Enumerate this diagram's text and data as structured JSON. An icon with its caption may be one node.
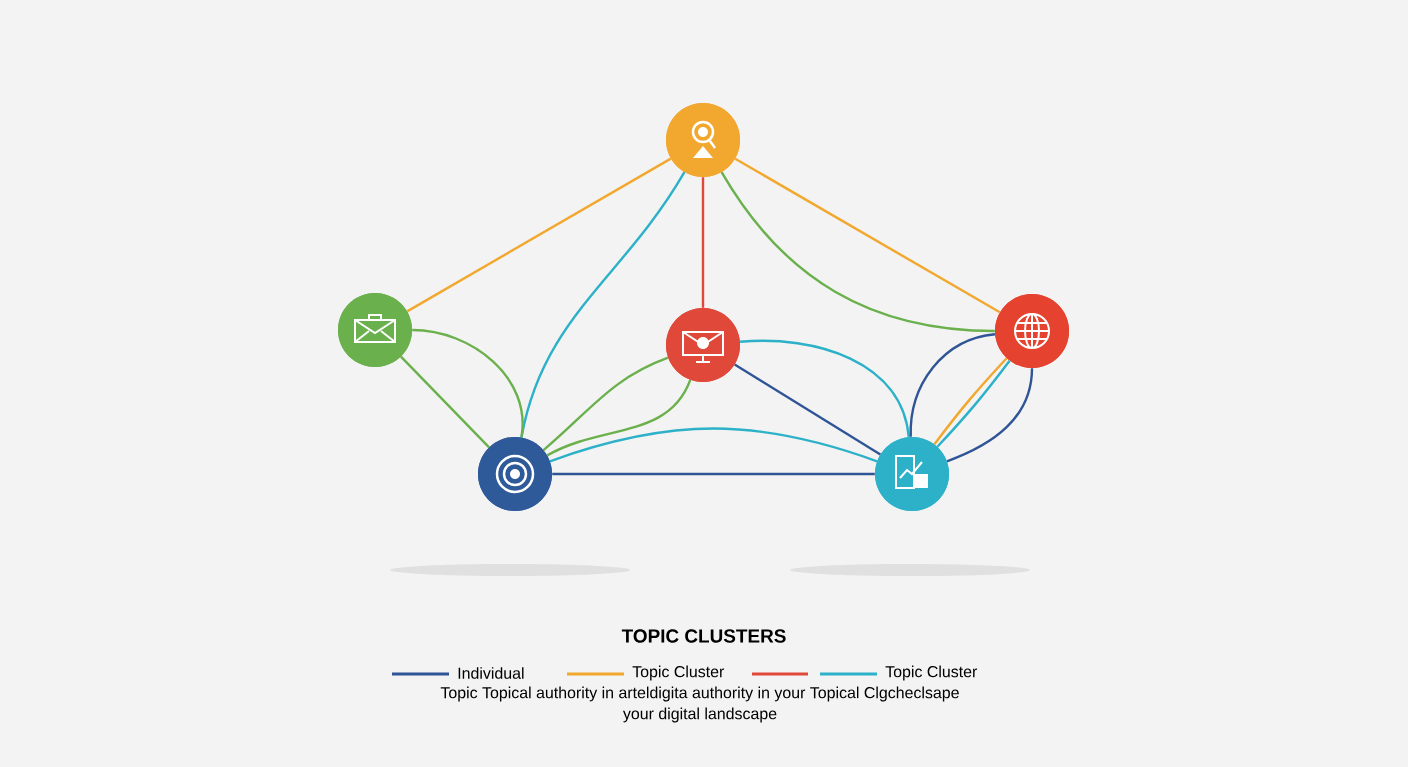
{
  "diagram": {
    "title": "TOPIC CLUSTERS",
    "nodes": [
      {
        "text": [],
        "shape": "circle"
      },
      {
        "text": [],
        "shape": "circle"
      },
      {
        "text": [],
        "shape": "circle"
      },
      {
        "text": [],
        "shape": "circle"
      },
      {
        "text": [],
        "shape": "circle"
      },
      {
        "text": [],
        "shape": "circle"
      }
    ],
    "edges": [
      {
        "from": 0,
        "to": 1,
        "arrow": "none",
        "color": "#f2a72e"
      },
      {
        "from": 0,
        "to": 4,
        "arrow": "none",
        "color": "#2cb1c9"
      },
      {
        "from": 0,
        "to": 2,
        "arrow": "none",
        "color": "#e0483a"
      },
      {
        "from": 0,
        "to": 3,
        "arrow": "none",
        "color": "#6ab04c"
      },
      {
        "from": 0,
        "to": 3,
        "arrow": "none",
        "color": "#f2a72e"
      },
      {
        "from": 1,
        "to": 4,
        "arrow": "none",
        "color": "#6ab04c"
      },
      {
        "from": 1,
        "to": 4,
        "arrow": "none",
        "color": "#6ab04c"
      },
      {
        "from": 2,
        "to": 4,
        "arrow": "none",
        "color": "#6ab04c"
      },
      {
        "from": 2,
        "to": 4,
        "arrow": "none",
        "color": "#6ab04c"
      },
      {
        "from": 4,
        "to": 5,
        "arrow": "none",
        "color": "#2cb1c9"
      },
      {
        "from": 4,
        "to": 5,
        "arrow": "none",
        "color": "#2f5597"
      },
      {
        "from": 2,
        "to": 5,
        "arrow": "none",
        "color": "#2cb1c9"
      },
      {
        "from": 2,
        "to": 5,
        "arrow": "none",
        "color": "#2f5597"
      },
      {
        "from": 3,
        "to": 5,
        "arrow": "none",
        "color": "#2f5597"
      },
      {
        "from": 3,
        "to": 5,
        "arrow": "none",
        "color": "#2cb1c9"
      },
      {
        "from": 3,
        "to": 5,
        "arrow": "none",
        "color": "#f2a72e"
      },
      {
        "from": 3,
        "to": 5,
        "arrow": "none",
        "color": "#2f5597"
      }
    ],
    "labels": [
      "Topic Topical authority in arteldigita authority in your Topical Clgcheclsape",
      "your digital landscape"
    ],
    "legend": [
      {
        "text": "Individual",
        "color": "#2f5597"
      },
      {
        "text": "Topic Cluster",
        "color": "#f2a72e"
      },
      {
        "text": "Topic Cluster",
        "color": "#2cb1c9"
      }
    ]
  }
}
